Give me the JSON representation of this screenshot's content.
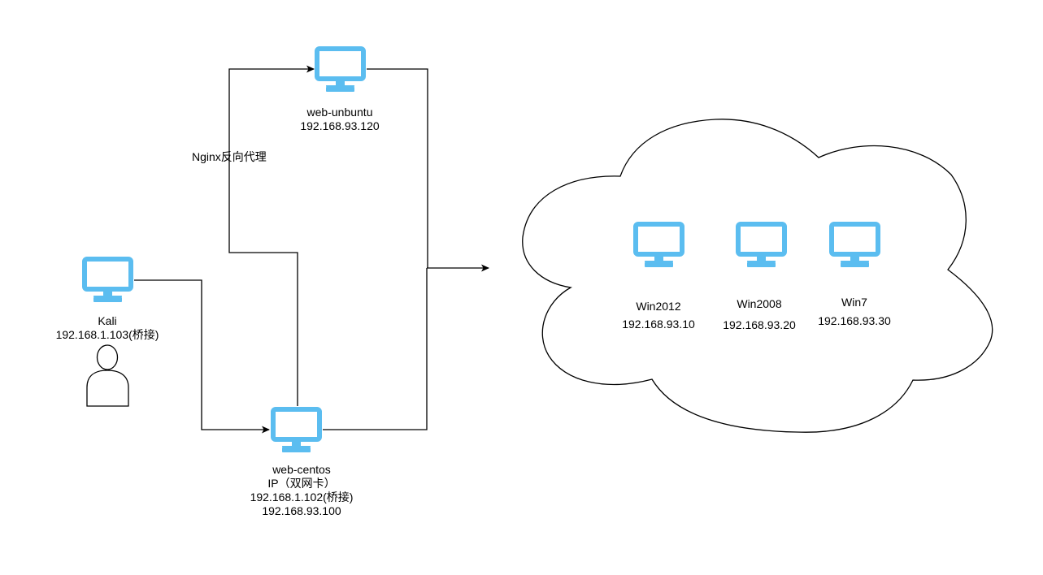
{
  "diagram": {
    "type": "network-topology",
    "nodes": {
      "kali": {
        "name": "Kali",
        "ip": "192.168.1.103(桥接)",
        "icon": "monitor-icon",
        "user_icon": "person-icon"
      },
      "web_ubuntu": {
        "name": "web-unbuntu",
        "ip": "192.168.93.120",
        "icon": "monitor-icon"
      },
      "web_centos": {
        "name": "web-centos",
        "ip_title": "IP（双网卡）",
        "ip1": "192.168.1.102(桥接)",
        "ip2": "192.168.93.100",
        "icon": "monitor-icon"
      },
      "win2012": {
        "name": "Win2012",
        "ip": "192.168.93.10",
        "icon": "monitor-icon"
      },
      "win2008": {
        "name": "Win2008",
        "ip": "192.168.93.20",
        "icon": "monitor-icon"
      },
      "win7": {
        "name": "Win7",
        "ip": "192.168.93.30",
        "icon": "monitor-icon"
      }
    },
    "edges": [
      {
        "from": "kali",
        "to": "web_centos",
        "label": ""
      },
      {
        "from": "web_centos",
        "to": "web_ubuntu",
        "label": "Nginx反向代理"
      },
      {
        "from": "web_ubuntu",
        "to": "internal-network",
        "label": ""
      },
      {
        "from": "web_centos",
        "to": "internal-network",
        "label": ""
      }
    ],
    "proxy_label": "Nginx反向代理",
    "cloud": {
      "name": "internal-network",
      "icon": "cloud-shape"
    },
    "colors": {
      "monitor": "#5BBDF0",
      "line": "#000000",
      "background": "#FFFFFF"
    }
  }
}
